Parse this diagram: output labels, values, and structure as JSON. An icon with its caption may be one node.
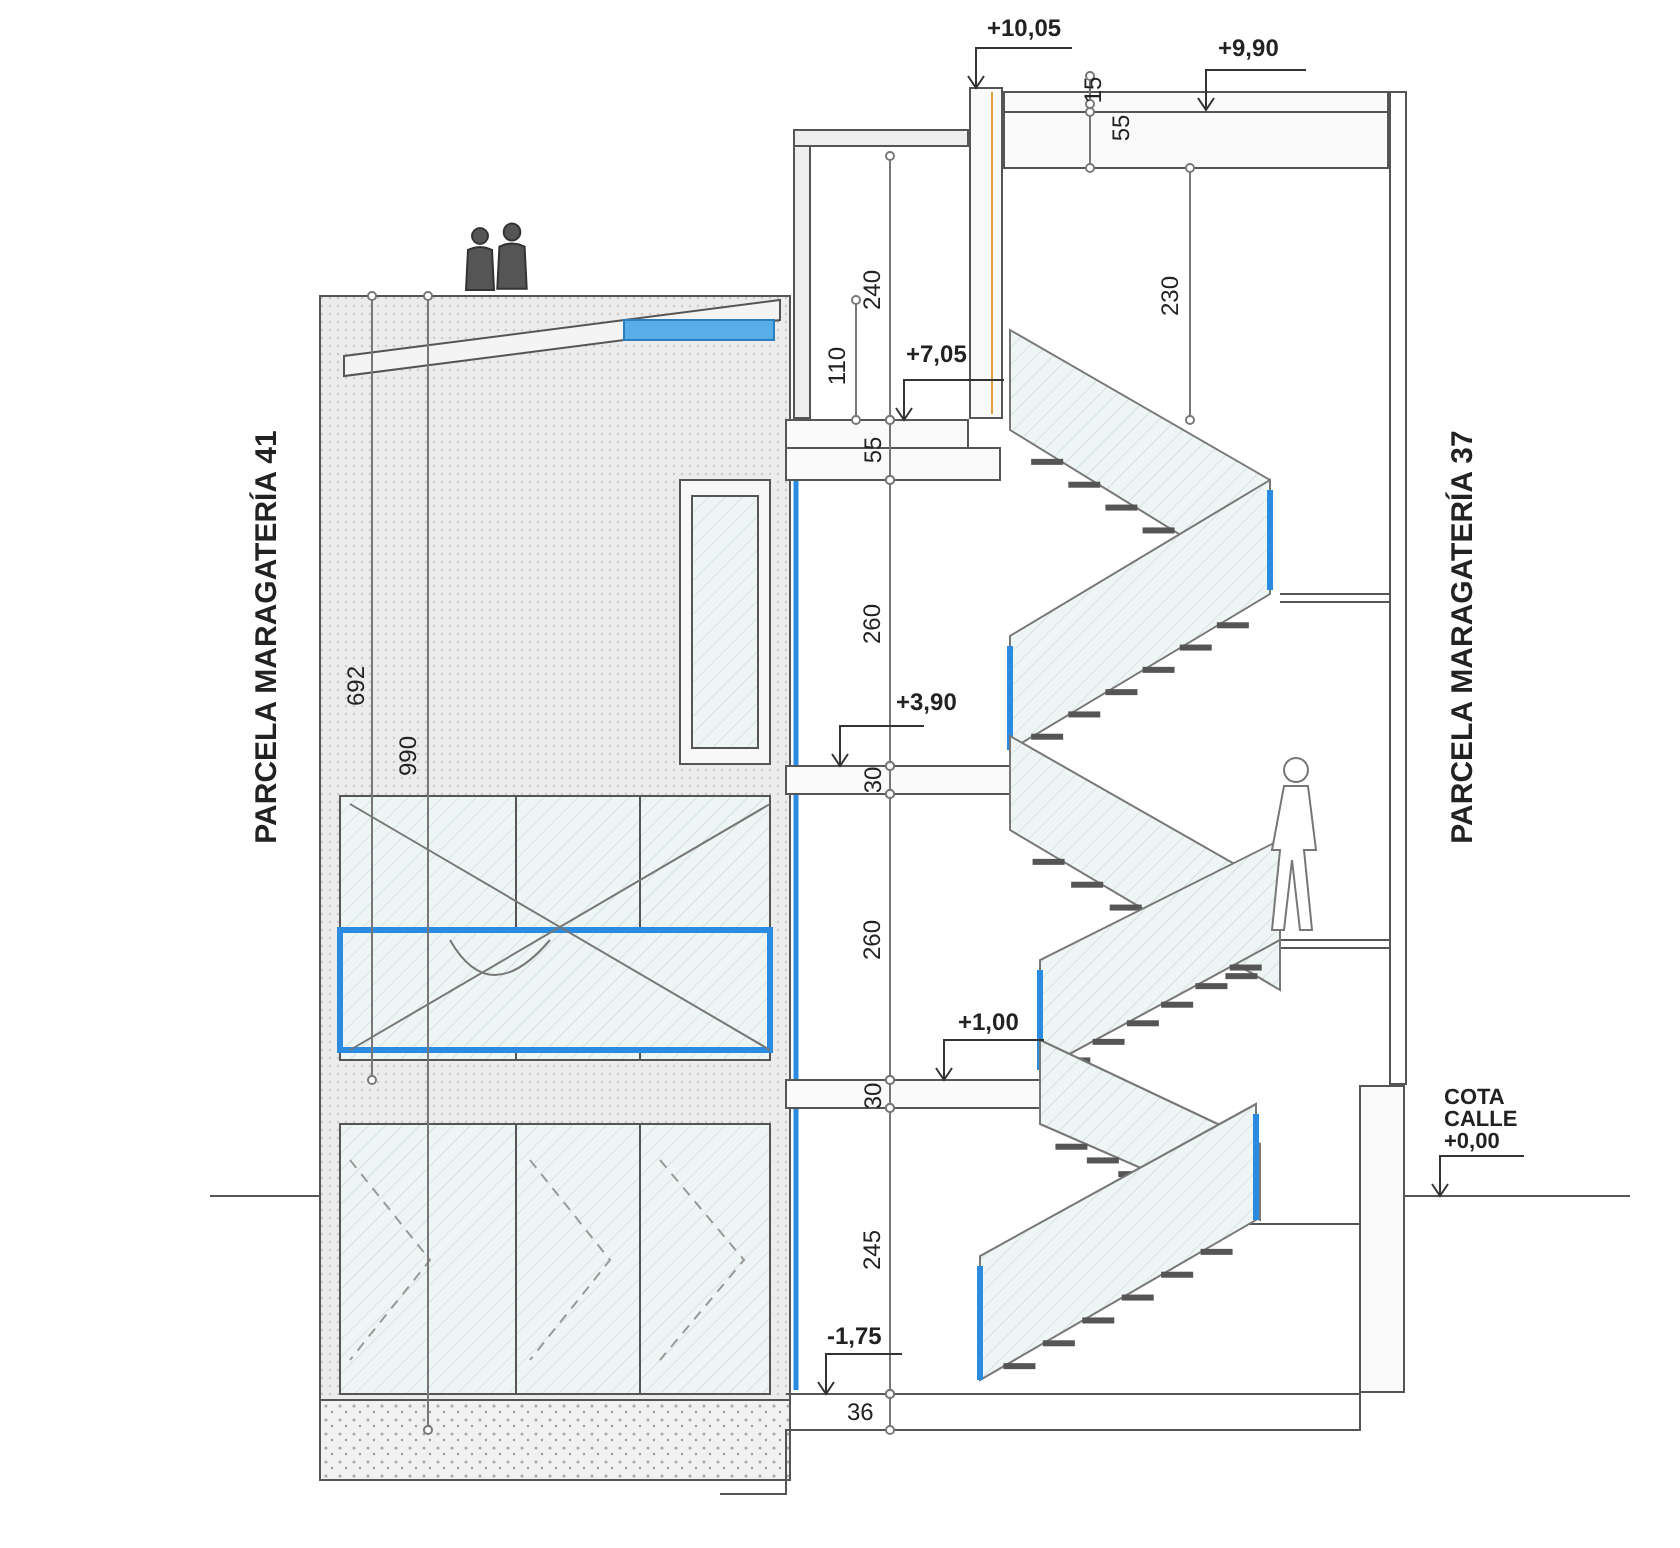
{
  "diagram": {
    "labels": [
      "+10,05",
      "+9,90",
      "15",
      "55",
      "240",
      "230",
      "110",
      "+7,05",
      "55",
      "PARCELA MARAGATERÍA 41",
      "PARCELA MARAGATERÍA 37",
      "692",
      "990",
      "260",
      "+3,90",
      "30",
      "260",
      "+1,00",
      "30",
      "COTA CALLE +0,00",
      "245",
      "-1,75",
      "36"
    ]
  }
}
